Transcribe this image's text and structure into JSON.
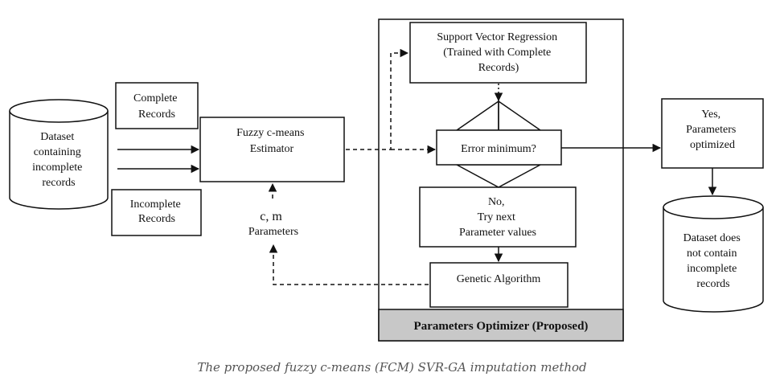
{
  "dataset_in": [
    "Dataset",
    "containing",
    "incomplete",
    "records"
  ],
  "complete_records": [
    "Complete",
    "Records"
  ],
  "incomplete_records": [
    "Incomplete",
    "Records"
  ],
  "fcm": [
    "Fuzzy c-means",
    "Estimator"
  ],
  "params": [
    "c, m",
    "Parameters"
  ],
  "svr": [
    "Support Vector Regression",
    "(Trained with Complete",
    "Records)"
  ],
  "error_min": "Error minimum?",
  "no_box": [
    "No,",
    "Try next",
    "Parameter values"
  ],
  "ga": "Genetic Algorithm",
  "optimizer_label": "Parameters Optimizer (Proposed)",
  "yes_box": [
    "Yes,",
    "Parameters",
    "optimized"
  ],
  "dataset_out": [
    "Dataset does",
    "not contain",
    "incomplete",
    "records"
  ],
  "caption": "The proposed fuzzy c-means (FCM) SVR-GA imputation method",
  "colors": {
    "line": "#111111",
    "optimizer_band": "#c8c8c8",
    "caption": "#555555"
  }
}
